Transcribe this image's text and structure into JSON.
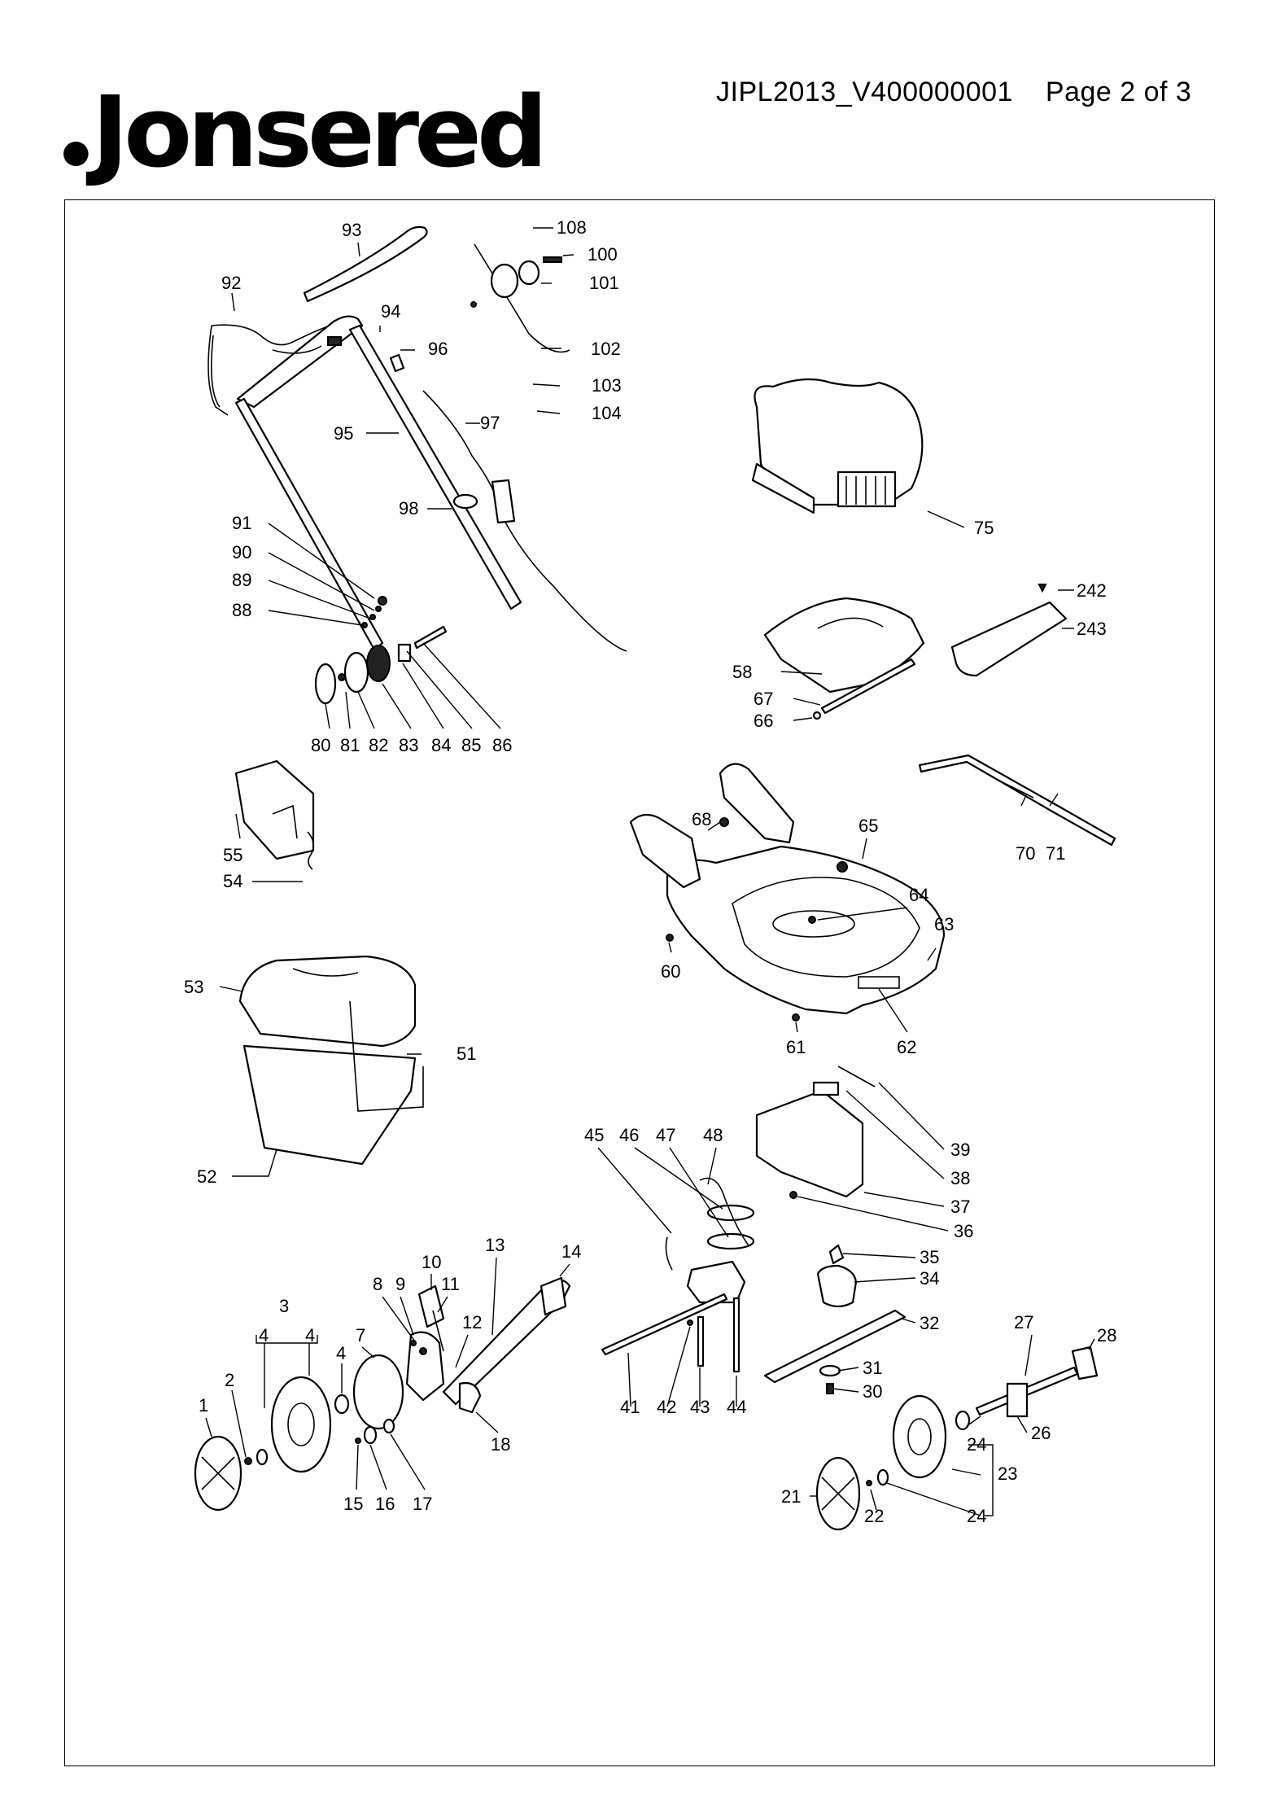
{
  "brand": {
    "dot": ".",
    "name": "Jonsered"
  },
  "header": {
    "doc_id": "JIPL2013_V400000001",
    "page": "Page 2 of 3"
  },
  "callouts": [
    {
      "id": "c93",
      "text": "93"
    },
    {
      "id": "c92",
      "text": "92"
    },
    {
      "id": "c94",
      "text": "94"
    },
    {
      "id": "c96",
      "text": "96"
    },
    {
      "id": "c108",
      "text": "108"
    },
    {
      "id": "c100",
      "text": "100"
    },
    {
      "id": "c101",
      "text": "101"
    },
    {
      "id": "c102",
      "text": "102"
    },
    {
      "id": "c103",
      "text": "103"
    },
    {
      "id": "c104",
      "text": "104"
    },
    {
      "id": "c97",
      "text": "97"
    },
    {
      "id": "c95",
      "text": "95"
    },
    {
      "id": "c98",
      "text": "98"
    },
    {
      "id": "c91",
      "text": "91"
    },
    {
      "id": "c90",
      "text": "90"
    },
    {
      "id": "c89",
      "text": "89"
    },
    {
      "id": "c88",
      "text": "88"
    },
    {
      "id": "c80",
      "text": "80"
    },
    {
      "id": "c81",
      "text": "81"
    },
    {
      "id": "c82",
      "text": "82"
    },
    {
      "id": "c83",
      "text": "83"
    },
    {
      "id": "c84",
      "text": "84"
    },
    {
      "id": "c85",
      "text": "85"
    },
    {
      "id": "c86",
      "text": "86"
    },
    {
      "id": "c75",
      "text": "75"
    },
    {
      "id": "c242",
      "text": "242"
    },
    {
      "id": "c243",
      "text": "243"
    },
    {
      "id": "c58",
      "text": "58"
    },
    {
      "id": "c67",
      "text": "67"
    },
    {
      "id": "c66",
      "text": "66"
    },
    {
      "id": "c55",
      "text": "55"
    },
    {
      "id": "c54",
      "text": "54"
    },
    {
      "id": "c68",
      "text": "68"
    },
    {
      "id": "c65",
      "text": "65"
    },
    {
      "id": "c64",
      "text": "64"
    },
    {
      "id": "c63",
      "text": "63"
    },
    {
      "id": "c70",
      "text": "70"
    },
    {
      "id": "c71",
      "text": "71"
    },
    {
      "id": "c60",
      "text": "60"
    },
    {
      "id": "c61",
      "text": "61"
    },
    {
      "id": "c62",
      "text": "62"
    },
    {
      "id": "c53",
      "text": "53"
    },
    {
      "id": "c51",
      "text": "51"
    },
    {
      "id": "c52",
      "text": "52"
    },
    {
      "id": "c39",
      "text": "39"
    },
    {
      "id": "c38",
      "text": "38"
    },
    {
      "id": "c37",
      "text": "37"
    },
    {
      "id": "c36",
      "text": "36"
    },
    {
      "id": "c45",
      "text": "45"
    },
    {
      "id": "c46",
      "text": "46"
    },
    {
      "id": "c47",
      "text": "47"
    },
    {
      "id": "c48",
      "text": "48"
    },
    {
      "id": "c35",
      "text": "35"
    },
    {
      "id": "c34",
      "text": "34"
    },
    {
      "id": "c32",
      "text": "32"
    },
    {
      "id": "c31",
      "text": "31"
    },
    {
      "id": "c30",
      "text": "30"
    },
    {
      "id": "c27",
      "text": "27"
    },
    {
      "id": "c28",
      "text": "28"
    },
    {
      "id": "c26",
      "text": "26"
    },
    {
      "id": "c41",
      "text": "41"
    },
    {
      "id": "c42",
      "text": "42"
    },
    {
      "id": "c43",
      "text": "43"
    },
    {
      "id": "c44",
      "text": "44"
    },
    {
      "id": "c13",
      "text": "13"
    },
    {
      "id": "c14",
      "text": "14"
    },
    {
      "id": "c10",
      "text": "10"
    },
    {
      "id": "c8",
      "text": "8"
    },
    {
      "id": "c9",
      "text": "9"
    },
    {
      "id": "c11",
      "text": "11"
    },
    {
      "id": "c12",
      "text": "12"
    },
    {
      "id": "c7",
      "text": "7"
    },
    {
      "id": "c3",
      "text": "3"
    },
    {
      "id": "c4a",
      "text": "4"
    },
    {
      "id": "c4b",
      "text": "4"
    },
    {
      "id": "c4c",
      "text": "4"
    },
    {
      "id": "c1",
      "text": "1"
    },
    {
      "id": "c2",
      "text": "2"
    },
    {
      "id": "c15",
      "text": "15"
    },
    {
      "id": "c16",
      "text": "16"
    },
    {
      "id": "c17",
      "text": "17"
    },
    {
      "id": "c18",
      "text": "18"
    },
    {
      "id": "c24a",
      "text": "24"
    },
    {
      "id": "c23",
      "text": "23"
    },
    {
      "id": "c24b",
      "text": "24"
    },
    {
      "id": "c21",
      "text": "21"
    },
    {
      "id": "c22",
      "text": "22"
    }
  ]
}
